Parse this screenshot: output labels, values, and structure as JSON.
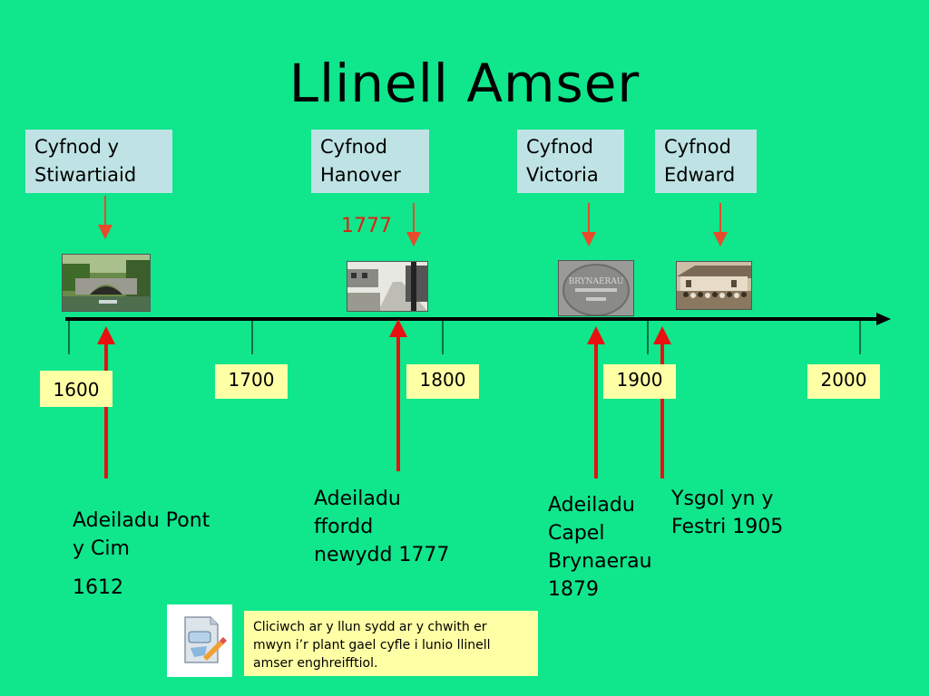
{
  "title": "Llinell Amser",
  "periods": [
    {
      "label_line1": "Cyfnod y",
      "label_line2": "Stiwartiaid"
    },
    {
      "label_line1": "Cyfnod",
      "label_line2": "Hanover"
    },
    {
      "label_line1": "Cyfnod",
      "label_line2": "Victoria"
    },
    {
      "label_line1": "Cyfnod",
      "label_line2": "Edward"
    }
  ],
  "hanover_year": "1777",
  "century_labels": [
    "1600",
    "1700",
    "1800",
    "1900",
    "2000"
  ],
  "events": [
    {
      "line1": "Adeiladu Pont",
      "line2": "y Cim",
      "year": "1612"
    },
    {
      "line1": "Adeiladu",
      "line2": "ffordd",
      "line3": "newydd 1777"
    },
    {
      "line1": "Adeiladu",
      "line2": "Capel",
      "line3": "Brynaerau",
      "line4": "1879"
    },
    {
      "line1": "Ysgol yn y",
      "line2": "Festri 1905"
    }
  ],
  "photo_plaque_text": "BRYNAERAU",
  "note_text": "Cliciwch ar y llun sydd ar y chwith er mwyn i’r plant gael cyfle i lunio llinell amser enghreifftiol.",
  "colors": {
    "background": "#10e68c",
    "period_box": "#bfe3e4",
    "year_box": "#ffffa6",
    "arrow_red": "#e02010",
    "arrow_orange": "#e84a2a"
  }
}
